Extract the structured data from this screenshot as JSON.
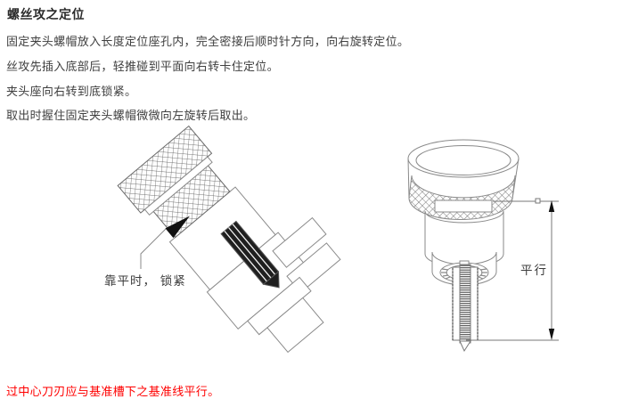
{
  "document": {
    "title": "螺丝攻之定位",
    "paragraphs": [
      "固定夹头螺帽放入长度定位座孔内，完全密接后顺时针方向，向右旋转定位。",
      "丝攻先插入底部后，轻推碰到平面向右转卡住定位。",
      "夹头座向右转到底锁紧。",
      "取出时握住固定夹头螺帽微微向左旋转后取出。"
    ],
    "footnote": "过中心刀刃应与基准槽下之基准线平行。"
  },
  "figures": {
    "left": {
      "caption": "靠平时， 锁紧"
    },
    "right": {
      "dimension_label": "平行"
    }
  },
  "colors": {
    "title_text": "#2b2b2b",
    "body_text": "#404040",
    "footnote_text": "#ff0000",
    "drawing_outline": "#8a8a8a",
    "tap_section_fill": "#1f1f1f"
  }
}
